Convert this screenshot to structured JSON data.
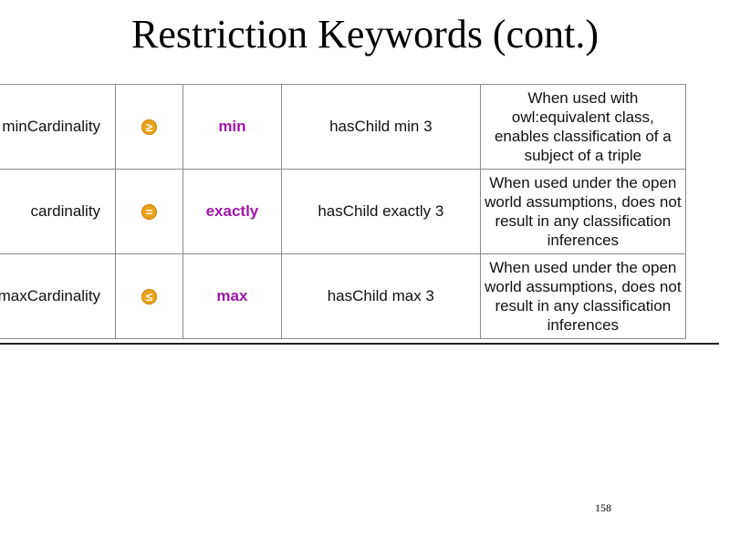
{
  "slide": {
    "title": "Restriction Keywords (cont.)",
    "page_number": "158"
  },
  "table": {
    "rows": [
      {
        "name": "minCardinality",
        "symbol": "≥",
        "symbol_icon": "greater-equal-icon",
        "keyword": "min",
        "example": "hasChild min 3",
        "description": "When used with owl:equivalent class, enables classification of a subject of a triple"
      },
      {
        "name": "cardinality",
        "symbol": "=",
        "symbol_icon": "equals-icon",
        "keyword": "exactly",
        "example": "hasChild exactly 3",
        "description": "When used under the open world assumptions, does not result in any classification inferences"
      },
      {
        "name": "maxCardinality",
        "symbol": "≤",
        "symbol_icon": "less-equal-icon",
        "keyword": "max",
        "example": "hasChild max 3",
        "description": "When used under the open world assumptions, does not result in any classification inferences"
      }
    ]
  },
  "colors": {
    "keyword": "#a017a8",
    "symbol_badge": "#e9a41b",
    "grid": "#8c8c8c"
  }
}
